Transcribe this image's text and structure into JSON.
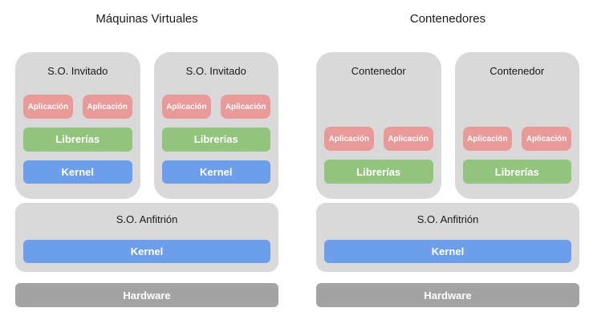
{
  "colors": {
    "app_pink": "#ea9999",
    "lib_green": "#93c47d",
    "kernel_blue": "#6d9eeb",
    "box_gray": "#d9d9d9",
    "hardware_gray": "#a3a3a3"
  },
  "left": {
    "title": "Máquinas Virtuales",
    "stacks": [
      {
        "title": "S.O. Invitado",
        "apps": [
          "Aplicación",
          "Aplicación"
        ],
        "libraries": "Librerías",
        "kernel": "Kernel"
      },
      {
        "title": "S.O. Invitado",
        "apps": [
          "Aplicación",
          "Aplicación"
        ],
        "libraries": "Librerías",
        "kernel": "Kernel"
      }
    ],
    "host": {
      "title": "S.O. Anfitrión",
      "kernel": "Kernel"
    },
    "hardware": "Hardware"
  },
  "right": {
    "title": "Contenedores",
    "stacks": [
      {
        "title": "Contenedor",
        "apps": [
          "Aplicación",
          "Aplicación"
        ],
        "libraries": "Librerías"
      },
      {
        "title": "Contenedor",
        "apps": [
          "Aplicación",
          "Aplicación"
        ],
        "libraries": "Librerías"
      }
    ],
    "host": {
      "title": "S.O. Anfitrión",
      "kernel": "Kernel"
    },
    "hardware": "Hardware"
  }
}
